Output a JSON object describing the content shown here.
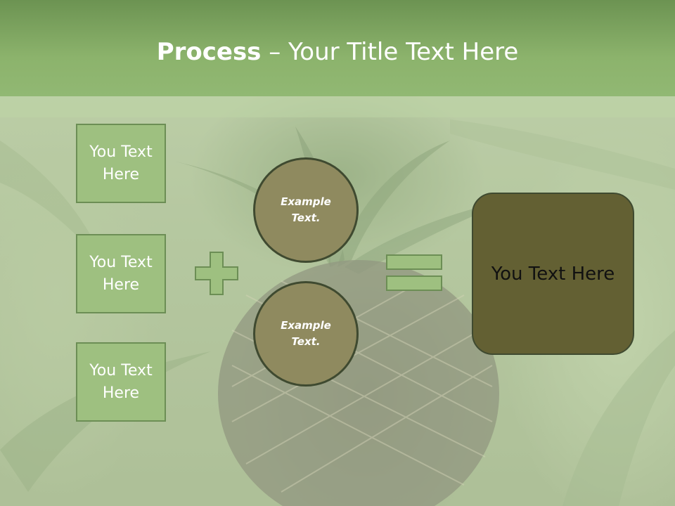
{
  "title": {
    "bold": "Process",
    "rest": " – Your Title Text Here"
  },
  "inputs": [
    {
      "line1": "You Text",
      "line2": "Here"
    },
    {
      "line1": "You Text",
      "line2": "Here"
    },
    {
      "line1": "You Text",
      "line2": "Here"
    }
  ],
  "circles": [
    {
      "line1": "Example",
      "line2": "Text."
    },
    {
      "line1": "Example",
      "line2": "Text."
    }
  ],
  "result": {
    "label": "You Text Here"
  },
  "operators": {
    "plus": "plus-icon",
    "equals": "equals-icon"
  },
  "colors": {
    "header": "#8cb36c",
    "box_fill": "#9ec080",
    "box_border": "#6c8e55",
    "circle_fill": "#8f8a5f",
    "circle_border": "#3f4a30",
    "result_fill": "#636033"
  }
}
